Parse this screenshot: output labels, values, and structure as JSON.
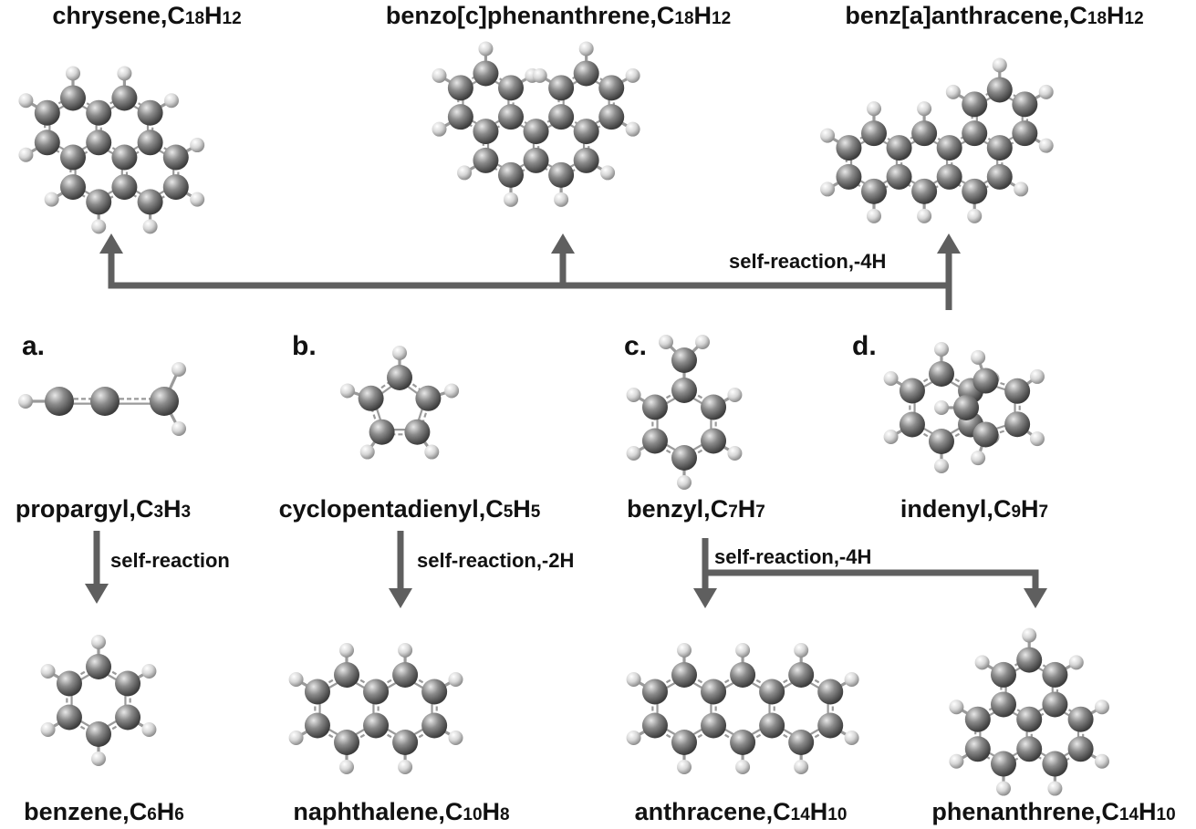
{
  "colors": {
    "carbon": "#6f6f6f",
    "hydrogen": "#d8d8d8",
    "bond": "#9a9a9a",
    "arrow": "#5f5f5f",
    "text": "#111111"
  },
  "panels": [
    "a.",
    "b.",
    "c.",
    "d."
  ],
  "reactants": [
    {
      "name": "propargyl",
      "formula_base": "C",
      "n1": "3",
      "h": "H",
      "n2": "3"
    },
    {
      "name": "cyclopentadienyl",
      "formula_base": "C",
      "n1": "5",
      "h": "H",
      "n2": "5"
    },
    {
      "name": "benzyl",
      "formula_base": "C",
      "n1": "7",
      "h": "H",
      "n2": "7"
    },
    {
      "name": "indenyl",
      "formula_base": "C",
      "n1": "9",
      "h": "H",
      "n2": "7"
    }
  ],
  "products_bottom": [
    {
      "name": "benzene",
      "formula_base": "C",
      "n1": "6",
      "h": "H",
      "n2": "6"
    },
    {
      "name": "naphthalene",
      "formula_base": "C",
      "n1": "10",
      "h": "H",
      "n2": "8"
    },
    {
      "name": "anthracene",
      "formula_base": "C",
      "n1": "14",
      "h": "H",
      "n2": "10"
    },
    {
      "name": "phenanthrene",
      "formula_base": "C",
      "n1": "14",
      "h": "H",
      "n2": "10"
    }
  ],
  "products_top": [
    {
      "name": "chrysene",
      "formula_base": "C",
      "n1": "18",
      "h": "H",
      "n2": "12"
    },
    {
      "name": "benzo[c]phenanthrene",
      "formula_base": "C",
      "n1": "18",
      "h": "H",
      "n2": "12"
    },
    {
      "name": "benz[a]anthracene",
      "formula_base": "C",
      "n1": "18",
      "h": "H",
      "n2": "12"
    }
  ],
  "reactions": {
    "propargyl": "self-reaction",
    "cyclopentadienyl": "self-reaction,-2H",
    "benzyl": "self-reaction,-4H",
    "indenyl": "self-reaction,-4H"
  }
}
